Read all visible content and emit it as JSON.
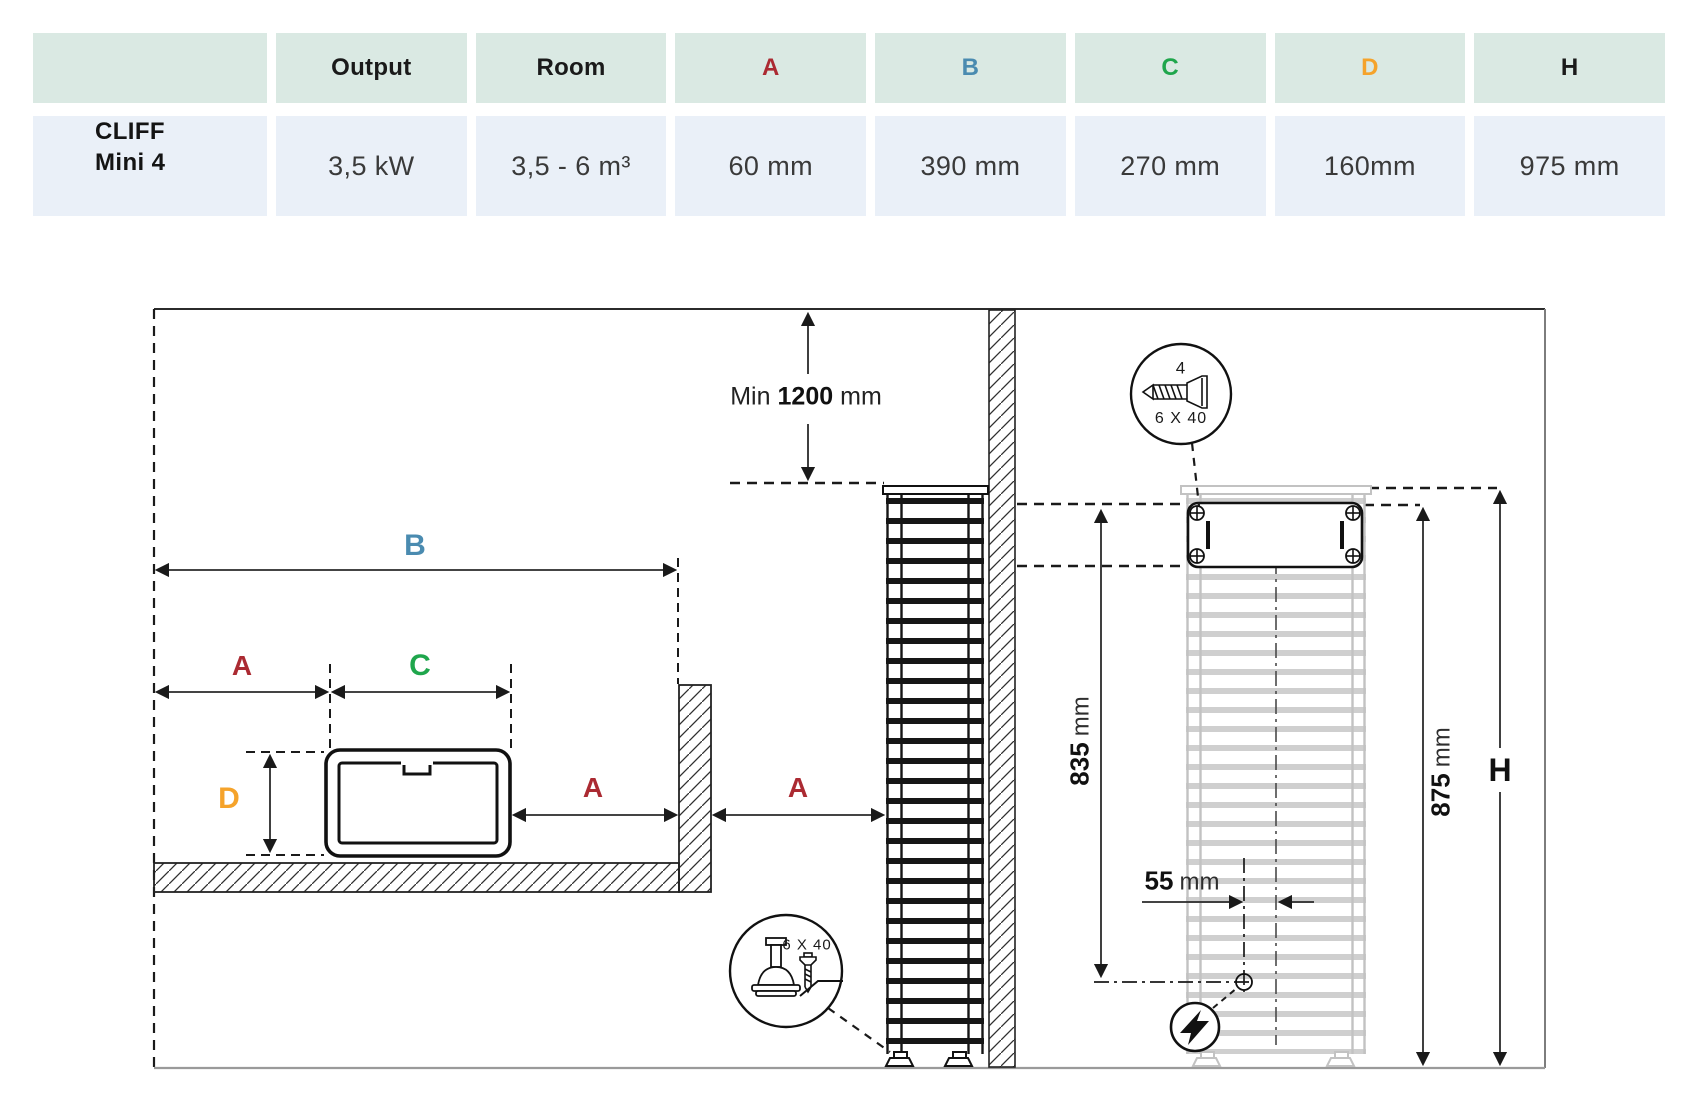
{
  "table": {
    "headers": [
      "",
      "Output",
      "Room",
      "A",
      "B",
      "C",
      "D",
      "H"
    ],
    "row": {
      "line1": "CLIFF",
      "line2": "Mini 4"
    },
    "values": [
      "3,5 kW",
      "3,5 - 6 m³",
      "60 mm",
      "390 mm",
      "270 mm",
      "160mm",
      "975 mm"
    ]
  },
  "diagram": {
    "dim_b": "B",
    "dim_a_left": "A",
    "dim_c": "C",
    "dim_d": "D",
    "dim_a_inner": "A",
    "dim_a_outer": "A",
    "dim_h": "H",
    "min_clearance": {
      "prefix": "Min",
      "value": "1200",
      "unit": "mm"
    },
    "height_835": {
      "value": "835",
      "unit": "mm"
    },
    "height_875": {
      "value": "875",
      "unit": "mm"
    },
    "offset_55": {
      "value": "55",
      "unit": "mm"
    },
    "callout_top": {
      "count": "4",
      "size": "6 X 40"
    },
    "callout_bottom": {
      "size": "6 X 40"
    }
  },
  "colors": {
    "dim_a": "#ab2a32",
    "dim_b": "#4a8bb0",
    "dim_c": "#1fa64c",
    "dim_d": "#f5a32b",
    "header_bg": "#dae9e3",
    "row_bg": "#eaf0f8"
  }
}
